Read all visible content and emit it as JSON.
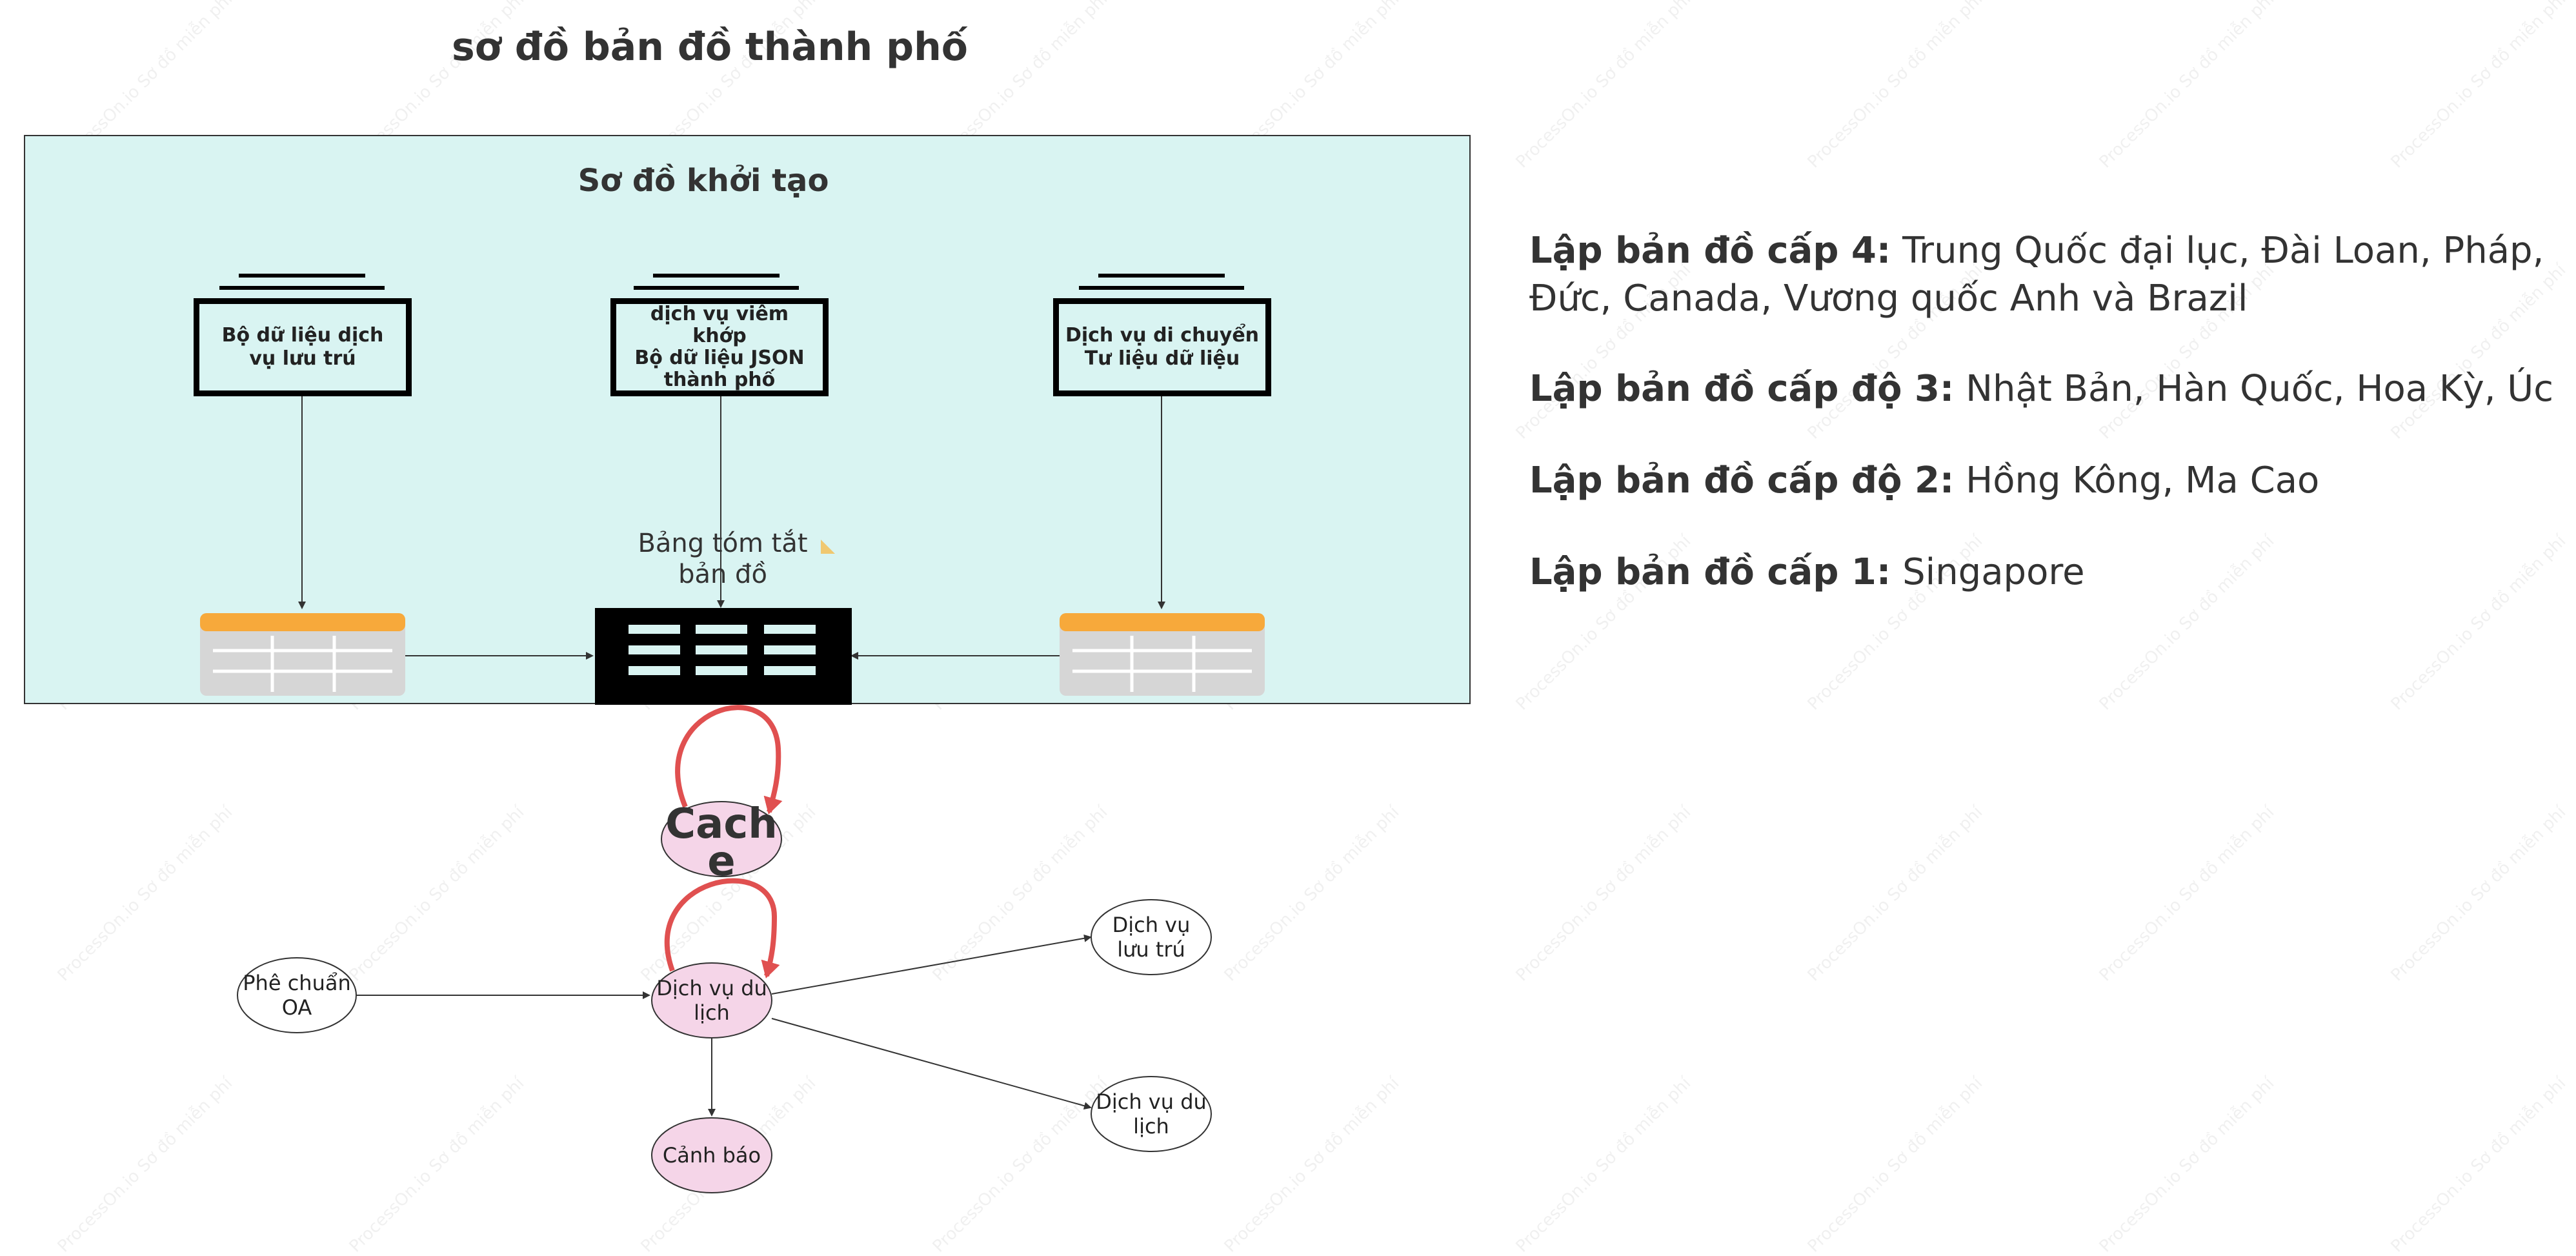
{
  "title": "sơ đồ bản đồ thành phố",
  "frame": {
    "title": "Sơ đồ khởi tạo"
  },
  "sources": {
    "left": [
      "Bộ dữ liệu dịch",
      "vụ lưu trú"
    ],
    "center": [
      "dịch vụ viêm",
      "khớp",
      "Bộ dữ liệu JSON",
      "thành phố"
    ],
    "right": [
      "Dịch vụ di chuyển",
      "Tư liệu dữ liệu"
    ]
  },
  "summary": [
    "Bảng tóm tắt",
    "bản đồ"
  ],
  "cache": [
    "Cach",
    "e"
  ],
  "nodes": {
    "approval": [
      "Phê chuẩn",
      "OA"
    ],
    "travel_center": [
      "Dịch vụ du",
      "lịch"
    ],
    "alert": "Cảnh báo",
    "lodging": [
      "Dịch vụ",
      "lưu trú"
    ],
    "travel_right": [
      "Dịch vụ du",
      "lịch"
    ]
  },
  "levels": [
    {
      "label": "Lập bản đồ cấp 4:",
      "text": " Trung Quốc đại lục, Đài Loan, Pháp, Đức, Canada, Vương quốc Anh và Brazil"
    },
    {
      "label": "Lập bản đồ cấp độ 3:",
      "text": " Nhật Bản, Hàn Quốc, Hoa Kỳ, Úc"
    },
    {
      "label": "Lập bản đồ cấp độ 2:",
      "text": " Hồng Kông, Ma Cao"
    },
    {
      "label": "Lập bản đồ cấp 1:",
      "text": " Singapore"
    }
  ],
  "watermark": "ProcessOn.io Sơ đồ miễn phí",
  "colors": {
    "frame_fill": "#d9f4f2",
    "cache_fill": "#f5d5e8",
    "loop_arrow": "#e05050",
    "table_header": "#f7a93b",
    "table_body": "#d6d6d6",
    "summary_fill": "#000000",
    "summary_cells": "#d9f4f2"
  }
}
